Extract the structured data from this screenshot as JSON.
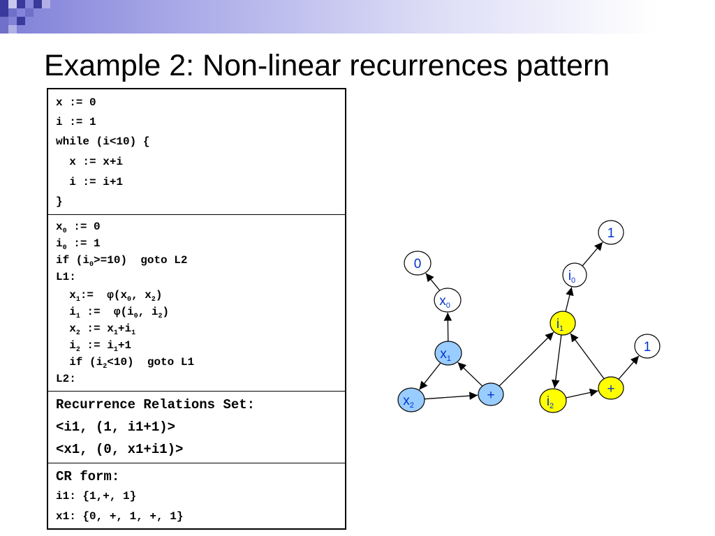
{
  "title": "Example 2: Non-linear recurrences pattern",
  "code_sections": [
    {
      "lines": [
        "x := 0",
        "i := 1",
        "while (i<10) {",
        "  x := x+i",
        "  i := i+1",
        "}"
      ]
    },
    {
      "lines": [
        [
          "x",
          "0",
          " := 0"
        ],
        [
          "i",
          "0",
          " := 1"
        ],
        [
          "if (i",
          "0",
          ">=10)  goto L2"
        ],
        [
          "L1:"
        ],
        [
          "  x",
          "1",
          ":=  φ(x",
          "0",
          ", x",
          "2",
          ")"
        ],
        [
          "  i",
          "1",
          " :=  φ(i",
          "0",
          ", i",
          "2",
          ")"
        ],
        [
          "  x",
          "2",
          " := x",
          "1",
          "+i",
          "1",
          ""
        ],
        [
          "  i",
          "2",
          " := i",
          "1",
          "+1"
        ],
        [
          "  if (i",
          "2",
          "<10)  goto L1"
        ],
        [
          "L2:"
        ]
      ]
    },
    {
      "lines": [
        "Recurrence Relations Set:",
        "<i1, (1, i1+1)>",
        "<x1, (0, x1+i1)>"
      ]
    },
    {
      "lines": [
        "CR form:",
        "i1: {1,+, 1}",
        "x1: {0, +, 1, +, 1}"
      ]
    }
  ],
  "graph": {
    "nodes": [
      {
        "id": "c0",
        "label": "0",
        "sub": "",
        "fill": "#ffffff"
      },
      {
        "id": "x0",
        "label": "x",
        "sub": "0",
        "fill": "#ffffff"
      },
      {
        "id": "x1",
        "label": "x",
        "sub": "1",
        "fill": "#99ccff"
      },
      {
        "id": "x2",
        "label": "x",
        "sub": "2",
        "fill": "#99ccff"
      },
      {
        "id": "plus1",
        "label": "+",
        "sub": "",
        "fill": "#99ccff"
      },
      {
        "id": "c1a",
        "label": "1",
        "sub": "",
        "fill": "#ffffff"
      },
      {
        "id": "i0",
        "label": "i",
        "sub": "0",
        "fill": "#ffffff"
      },
      {
        "id": "i1",
        "label": "i",
        "sub": "1",
        "fill": "#ffff00"
      },
      {
        "id": "i2",
        "label": "i",
        "sub": "2",
        "fill": "#ffff00"
      },
      {
        "id": "plus2",
        "label": "+",
        "sub": "",
        "fill": "#ffff00"
      },
      {
        "id": "c1b",
        "label": "1",
        "sub": "",
        "fill": "#ffffff"
      }
    ],
    "edges": [
      [
        "x0",
        "c0"
      ],
      [
        "x1",
        "x0"
      ],
      [
        "x1",
        "x2"
      ],
      [
        "x2",
        "plus1"
      ],
      [
        "plus1",
        "x1"
      ],
      [
        "plus1",
        "i1"
      ],
      [
        "i0",
        "c1a"
      ],
      [
        "i1",
        "i0"
      ],
      [
        "i1",
        "i2"
      ],
      [
        "i2",
        "plus2"
      ],
      [
        "plus2",
        "i1"
      ],
      [
        "plus2",
        "c1b"
      ]
    ],
    "node_text_color": "#0033cc"
  }
}
